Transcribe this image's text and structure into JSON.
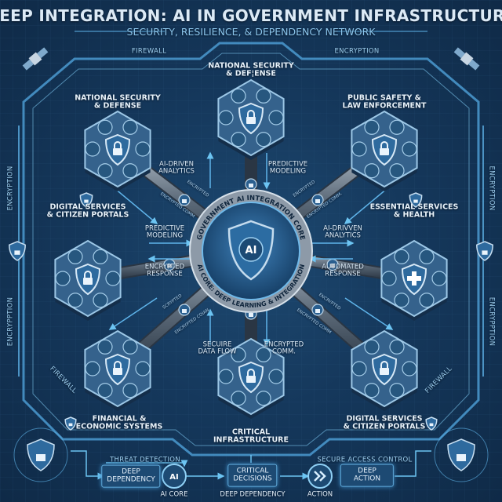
{
  "header": {
    "title": "DEEP INTEGRATION: AI IN GOVERNMENT INFRASTRUCTURE",
    "subtitle": "SECURITY, RESILIENCE, & DEPENDENCY NETWORK"
  },
  "bands": {
    "firewall_top": "FIREWALL",
    "encryption_top": "ENCRYPTION",
    "encryption_left_upper": "ENCRYPTION",
    "encryption_left_lower": "ENCRYPPTION",
    "encryption_right_upper": "ENCRYPTION",
    "encryption_right_lower": "ENCRYPPTION",
    "firewall_left": "FIREWALL",
    "firewall_right": "FIREWALL",
    "threat_detection": "THREAT DETECTION",
    "secure_access_control": "SECURE ACCESS CONTROL"
  },
  "core": {
    "ring_top": "GOVERNMENT AI INTEGRATION CORE",
    "ring_bottom": "AI CORE: DEEP LEARNING & INTEGRATION",
    "badge": "AI"
  },
  "nodes": {
    "top": [
      "NATIONAL SECURITY",
      "& DEF¦ENSE"
    ],
    "top_left": [
      "NATIONAL SECURITY",
      "& DEFENSE"
    ],
    "top_right": [
      "PUBLIC SAFETY &",
      "LAW ENFORCEMENT"
    ],
    "left": [
      "DIGITAL SERVICES",
      "& CITIZEN PORTALS"
    ],
    "right": [
      "ESSENTIAL SERVICES",
      "& HEALTH"
    ],
    "bottom_left": [
      "FINANCIAL &",
      "ECONOMIC SYSTEMS"
    ],
    "bottom": [
      "CRITICAL",
      "INFRASTRUCTURE"
    ],
    "bottom_right": [
      "DIGITAL SERVICES",
      "& CITIZEN PORTALS"
    ]
  },
  "flows": {
    "top_left": [
      "AI-DRIVEN",
      "ANALYTICS"
    ],
    "top_right": [
      "PREDICTIVE",
      "MODELING"
    ],
    "left_in": [
      "PREDICTIVE",
      "MODELING"
    ],
    "left_out": [
      "ENCRYPTED",
      "RESPONSE"
    ],
    "right_in": [
      "AI-DRIVVEN",
      "ANALYTICS"
    ],
    "right_out": [
      "AUTOMATED",
      "RESPONSE"
    ],
    "bottom_left": [
      "SECUIRE",
      "DATA FLOW"
    ],
    "bottom_right": [
      "ENCRYPTED",
      "COMM."
    ],
    "diag": [
      "ENCRYPTED",
      "ENCRYPTED COMM",
      "ENCRYPTED",
      "ENCRYPTED COMM.",
      "SCRYPTED",
      "ENCRYPTED COIAN",
      "ENCRYPTED",
      "ENCRYPTED COMM"
    ]
  },
  "pipeline": {
    "deep_dependency": [
      "DEEP",
      "DEPENDENCY"
    ],
    "ai_badge": "AI",
    "critical_decisions": [
      "CRITICAL",
      "DECISIONS"
    ],
    "deep_action": [
      "DEEP",
      "ACTION"
    ],
    "labels": [
      "AI CORE",
      "DEEP DEPENDENCY",
      "ACTION"
    ]
  },
  "colors": {
    "background": "#15385c",
    "accent": "#5fb4ea",
    "hex_fill": "#35628c",
    "shield": "#2e6a9e"
  },
  "icons": [
    "shield-lock-icon",
    "satellite-icon",
    "lock-icon",
    "medical-cross-icon",
    "brain-icon",
    "double-chevron-icon"
  ]
}
